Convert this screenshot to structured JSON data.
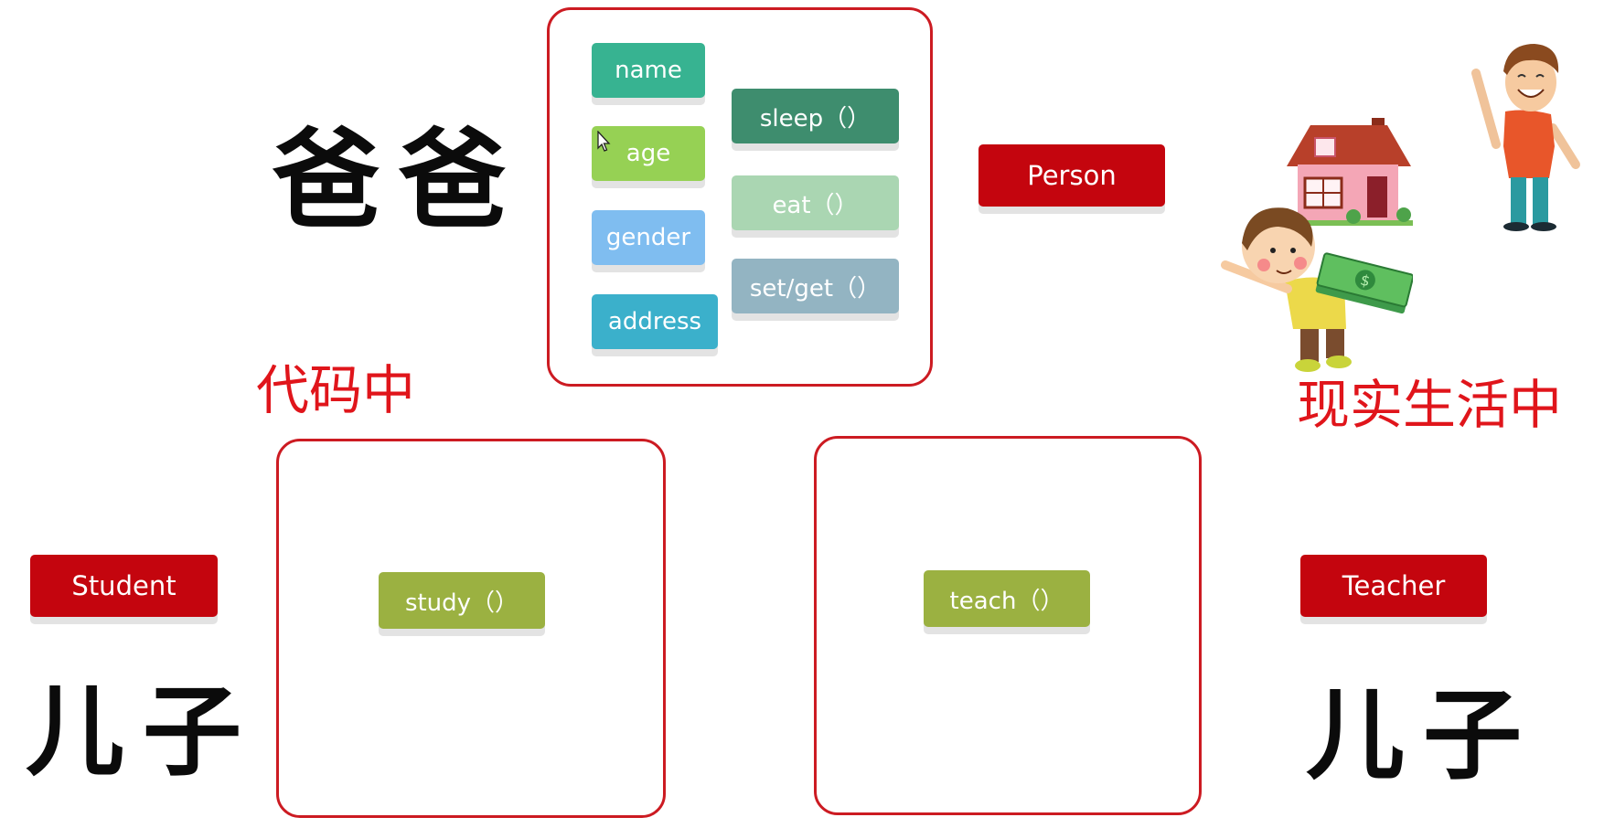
{
  "father_text": "爸爸",
  "code_text": "代码中",
  "real_life_text": "现实生活中",
  "person_label": "Person",
  "student_label": "Student",
  "teacher_label": "Teacher",
  "son_left_text": "儿子",
  "son_right_text": "儿子",
  "person_attributes": [
    {
      "label": "name",
      "color": "#37b391"
    },
    {
      "label": "age",
      "color": "#96d154"
    },
    {
      "label": "gender",
      "color": "#7fbdf0"
    },
    {
      "label": "address",
      "color": "#3bb0cb"
    }
  ],
  "person_methods": [
    {
      "label": "sleep（）",
      "color": "#3e8d6e"
    },
    {
      "label": "eat（）",
      "color": "#aad6b2"
    },
    {
      "label": "set/get（）",
      "color": "#93b4c2"
    }
  ],
  "student_method": {
    "label": "study（）",
    "color": "#9bb141"
  },
  "teacher_method": {
    "label": "teach（）",
    "color": "#9bb141"
  }
}
